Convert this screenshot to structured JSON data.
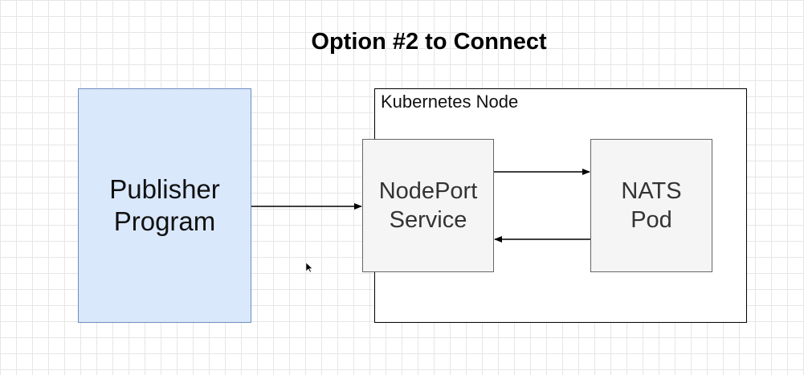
{
  "title": "Option #2 to Connect",
  "nodes": {
    "publisher": {
      "line1": "Publisher",
      "line2": "Program"
    },
    "kubernetes_node": {
      "label": "Kubernetes Node"
    },
    "nodeport_service": {
      "line1": "NodePort",
      "line2": "Service"
    },
    "nats_pod": {
      "line1": "NATS",
      "line2": "Pod"
    }
  },
  "colors": {
    "publisher_fill": "#dae8fc",
    "publisher_stroke": "#6c8ebf",
    "service_fill": "#f5f5f5",
    "service_stroke": "#666666"
  },
  "edges": [
    {
      "from": "publisher",
      "to": "nodeport_service"
    },
    {
      "from": "nodeport_service",
      "to": "nats_pod"
    },
    {
      "from": "nats_pod",
      "to": "nodeport_service"
    }
  ]
}
